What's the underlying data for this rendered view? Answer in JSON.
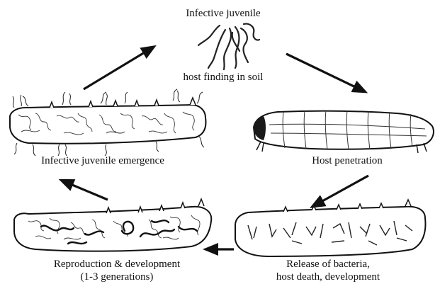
{
  "diagram": {
    "stages": {
      "infective_juvenile": {
        "title": "Infective juvenile",
        "subtitle": "host finding in soil"
      },
      "host_penetration": {
        "label": "Host penetration"
      },
      "release_of_bacteria": {
        "line1": "Release of bacteria,",
        "line2": "host death, development"
      },
      "reproduction": {
        "line1": "Reproduction & development",
        "line2": "(1-3  generations)"
      },
      "emergence": {
        "label": "Infective juvenile emergence"
      }
    },
    "colors": {
      "ink": "#111111",
      "larva_fill": "#ffffff",
      "head_capsule": "#1a1a1a"
    }
  }
}
